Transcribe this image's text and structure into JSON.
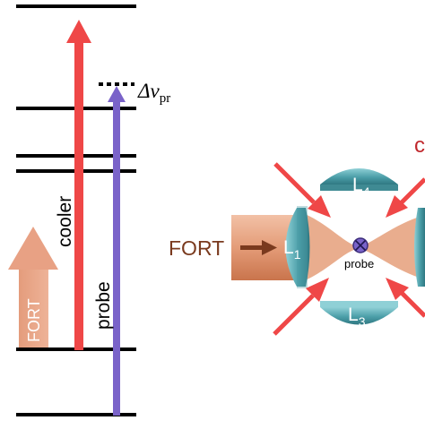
{
  "level_diagram": {
    "detuning_label": "Δν",
    "detuning_subscript": "pr",
    "cooler_label": "cooler",
    "probe_label": "probe",
    "fort_label": "FORT"
  },
  "trap_diagram": {
    "fort_label": "FORT",
    "lens1_label": "L",
    "lens1_sub": "1",
    "lens3_label": "L",
    "lens3_sub": "3",
    "lens4_label": "L",
    "lens4_sub": "4",
    "atom_label": "probe",
    "cut_label": "c"
  },
  "colors": {
    "cooler": "#ef4747",
    "probe": "#7a63c9",
    "fort": "#e7a283",
    "fort_dark": "#7a3a1e",
    "lens": "#4a9aa3",
    "level": "#000000"
  }
}
